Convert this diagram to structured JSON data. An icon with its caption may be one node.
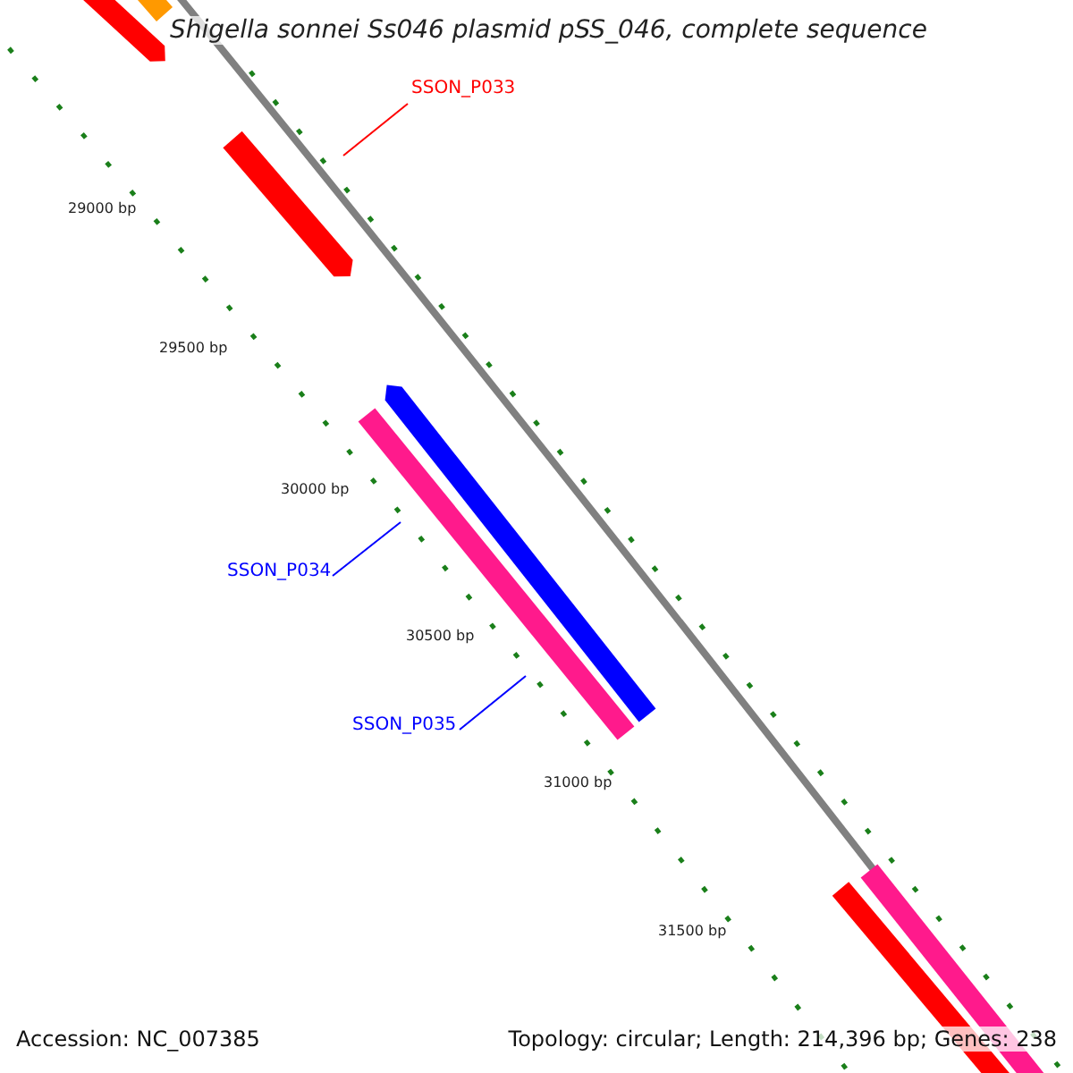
{
  "diagram": {
    "title": "Shigella sonnei Ss046 plasmid pSS_046, complete sequence",
    "nodes": [
      {
        "text": [
          "SSON_P033"
        ]
      },
      {
        "text": [
          "SSON_P034"
        ]
      },
      {
        "text": [
          "SSON_P035"
        ]
      }
    ],
    "edges": [
      {
        "from": 0,
        "to": null,
        "arrow": "none",
        "color": "#ff0000"
      },
      {
        "from": 1,
        "to": null,
        "arrow": "none",
        "color": "#0000ff"
      },
      {
        "from": 2,
        "to": null,
        "arrow": "none",
        "color": "#0000ff"
      }
    ],
    "labels": [
      "29000 bp",
      "29500 bp",
      "30000 bp",
      "30500 bp",
      "31000 bp",
      "31500 bp",
      "Accession: NC_007385",
      "Topology: circular; Length: 214,396 bp; Genes: 238"
    ]
  }
}
